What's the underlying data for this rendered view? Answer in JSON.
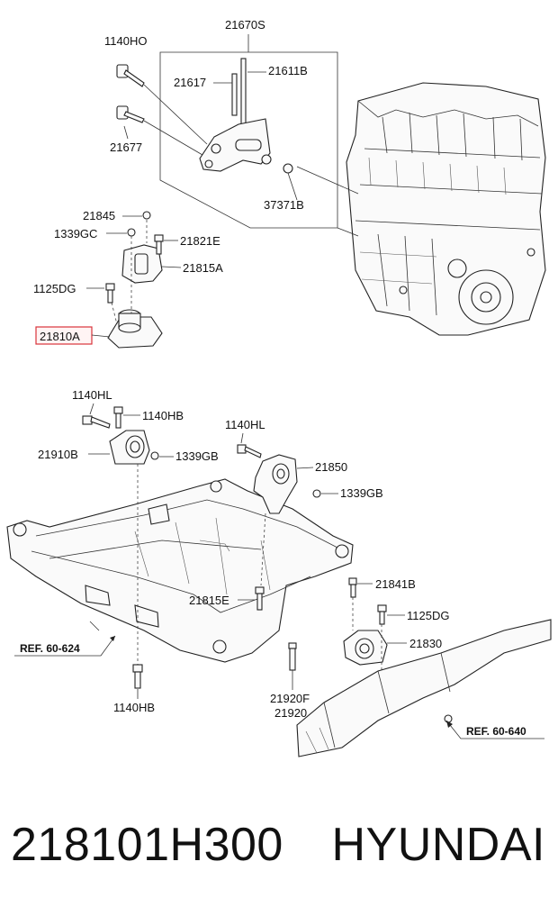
{
  "labels": {
    "l_1140HO": "1140HO",
    "l_21670S": "21670S",
    "l_21617": "21617",
    "l_21611B": "21611B",
    "l_21677": "21677",
    "l_37371B": "37371B",
    "l_21845": "21845",
    "l_1339GC": "1339GC",
    "l_21821E": "21821E",
    "l_21815A": "21815A",
    "l_1125DG_top": "1125DG",
    "l_21810A": "21810A",
    "l_1140HL_left": "1140HL",
    "l_1140HB_top": "1140HB",
    "l_21910B": "21910B",
    "l_1339GB_left": "1339GB",
    "l_1140HL_mid": "1140HL",
    "l_21850": "21850",
    "l_1339GB_right": "1339GB",
    "l_21815E": "21815E",
    "l_21841B": "21841B",
    "l_1125DG_bottom": "1125DG",
    "l_21830": "21830",
    "l_ref624": "REF. 60-624",
    "l_1140HB_bottom": "1140HB",
    "l_21920F": "21920F",
    "l_21920": "21920",
    "l_ref640": "REF. 60-640"
  },
  "highlight_color": "#d9343b",
  "footer": {
    "part_number": "218101H300",
    "brand": "HYUNDAI"
  }
}
